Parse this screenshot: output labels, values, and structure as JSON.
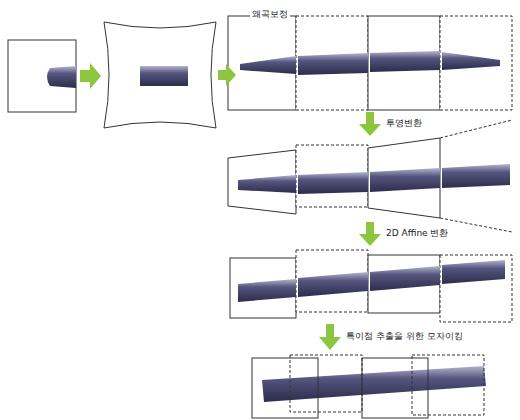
{
  "diagram": {
    "labels": [
      "왜곡보정",
      "투영변환",
      "2D Affine 변환",
      "특이점 추출을 위한 모자이킹"
    ]
  }
}
